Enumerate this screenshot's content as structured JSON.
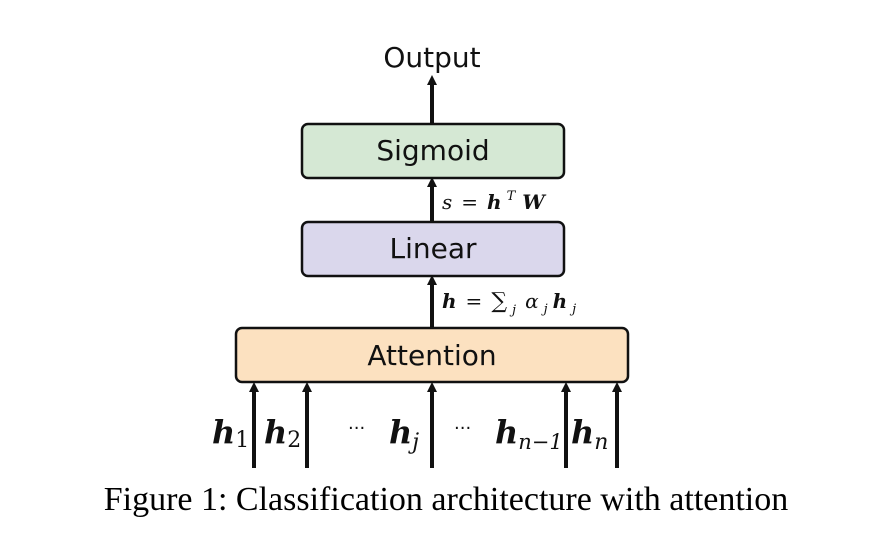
{
  "nodes": {
    "output": "Output",
    "sigmoid": "Sigmoid",
    "linear": "Linear",
    "attention": "Attention"
  },
  "edges": {
    "score": {
      "lhs": "s",
      "eq": "=",
      "vec": "h",
      "sup": "T",
      "mat": "W"
    },
    "context": {
      "lhs": "h",
      "eq": "=",
      "sum": "∑",
      "sub_j": "j",
      "alpha": "α",
      "alpha_sub": "j",
      "vec": "h",
      "vec_sub": "j"
    }
  },
  "inputs": [
    {
      "symbol": "h",
      "sub": "1"
    },
    {
      "symbol": "h",
      "sub": "2"
    },
    {
      "symbol": "h",
      "sub": "j"
    },
    {
      "symbol": "h",
      "sub": "n−1"
    },
    {
      "symbol": "h",
      "sub": "n"
    }
  ],
  "ellipsis": "···",
  "caption": "Figure 1: Classification architecture with attention",
  "colors": {
    "sigmoid_fill": "#d5e8d4",
    "linear_fill": "#dad7ec",
    "attention_fill": "#fce1c0",
    "stroke": "#111111"
  }
}
